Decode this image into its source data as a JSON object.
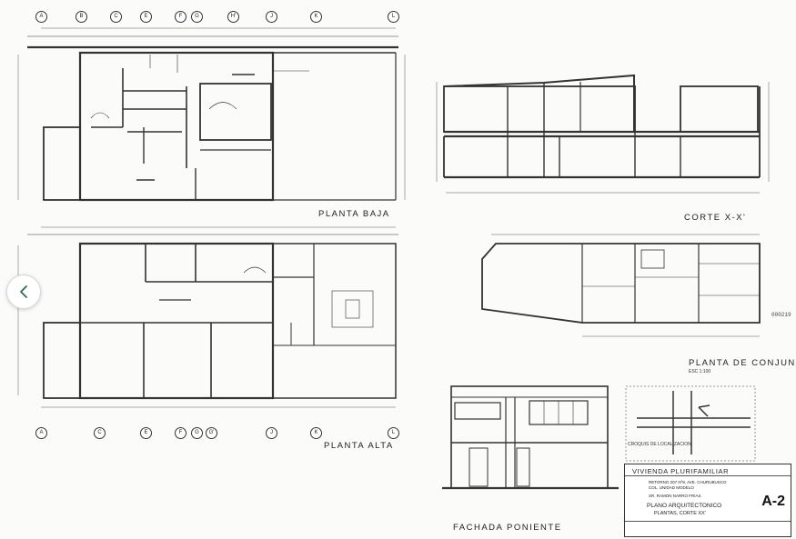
{
  "viewer": {
    "nav_prev_icon": "chevron-left-icon"
  },
  "drawing": {
    "plans": {
      "ground_floor": "PLANTA BAJA",
      "upper_floor": "PLANTA ALTA",
      "section": "CORTE  X-X'",
      "site_plan": "PLANTA DE CONJUNTO",
      "site_plan_scale": "ESC 1:100",
      "west_facade": "FACHADA PONIENTE",
      "location_sketch": "CROQUIS DE LOCALIZACION"
    },
    "grid_top": [
      "A",
      "B",
      "C",
      "E",
      "F",
      "G",
      "H'",
      "J",
      "K",
      "L"
    ],
    "grid_bottom": [
      "A",
      "C",
      "E",
      "F",
      "G",
      "G'",
      "J",
      "K",
      "L"
    ],
    "page_code": "000219",
    "title_block": {
      "project": "VIVIENDA PLURIFAMILIAR",
      "address_line1": "RETORNO 207 Nº8, AVE. CHURUBUSCO",
      "address_line2": "COL. UNIDAD MODELO",
      "owner": "SR. RAMON NARRO FRIAS",
      "sheet_title": "PLANO ARQUITECTONICO",
      "sheet_subtitle": "PLANTAS, CORTE XX'",
      "sheet_number": "A-2"
    }
  }
}
